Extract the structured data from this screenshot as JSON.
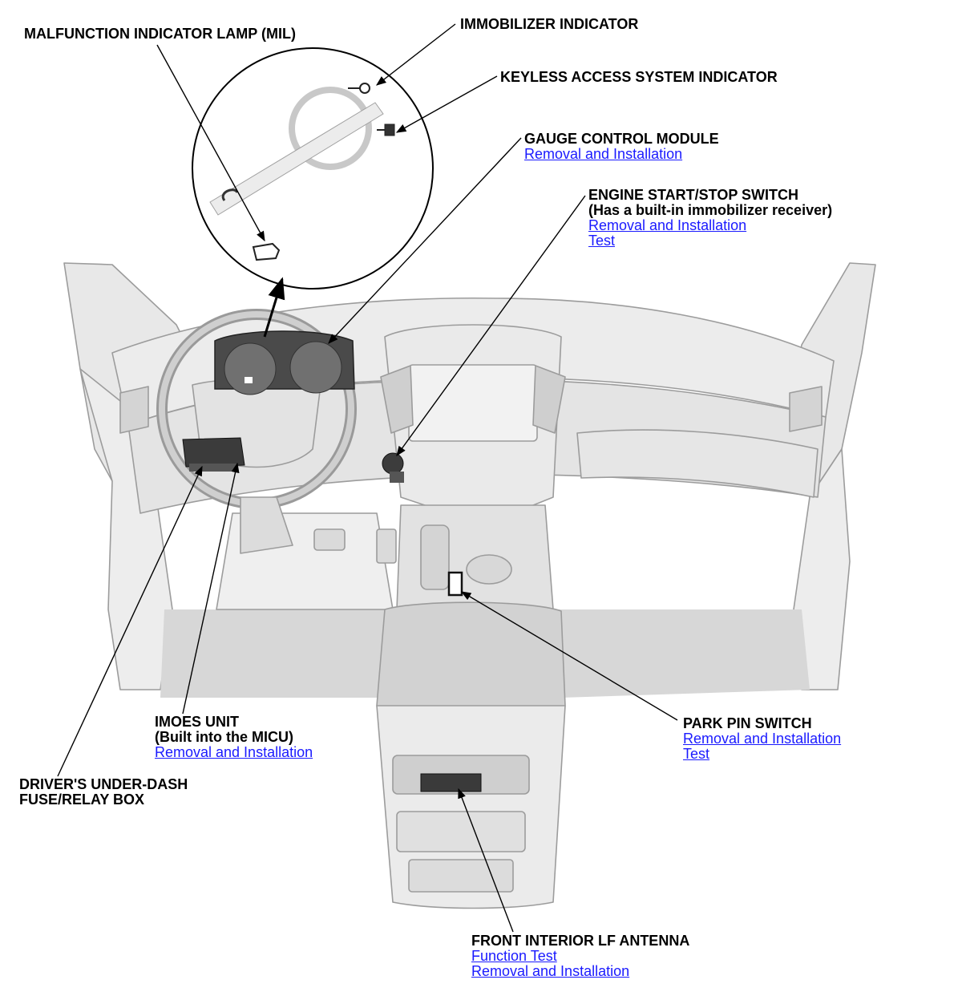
{
  "callouts": {
    "mil": {
      "title": "MALFUNCTION INDICATOR LAMP (MIL)"
    },
    "immobilizer": {
      "title": "IMMOBILIZER INDICATOR"
    },
    "keyless": {
      "title": "KEYLESS ACCESS SYSTEM INDICATOR"
    },
    "gauge": {
      "title": "GAUGE CONTROL MODULE",
      "links": [
        "Removal and Installation"
      ]
    },
    "engine_start": {
      "title": "ENGINE START/STOP SWITCH",
      "subtitle": "(Has a built-in immobilizer receiver)",
      "links": [
        "Removal and Installation",
        "Test"
      ]
    },
    "imoes": {
      "title": "IMOES UNIT",
      "subtitle": "(Built into the MICU)",
      "links": [
        "Removal and Installation"
      ]
    },
    "fuse_box": {
      "title": "DRIVER'S UNDER-DASH",
      "subtitle": "FUSE/RELAY BOX"
    },
    "park_pin": {
      "title": "PARK PIN SWITCH",
      "links": [
        "Removal and Installation",
        "Test"
      ]
    },
    "antenna": {
      "title": "FRONT INTERIOR LF ANTENNA",
      "links": [
        "Function Test",
        "Removal and Installation"
      ]
    }
  },
  "colors": {
    "link": "#1a1aff",
    "line": "#000000",
    "part_fill": "#e6e6e6",
    "part_stroke": "#9a9a9a",
    "component": "#3a3a3a"
  }
}
